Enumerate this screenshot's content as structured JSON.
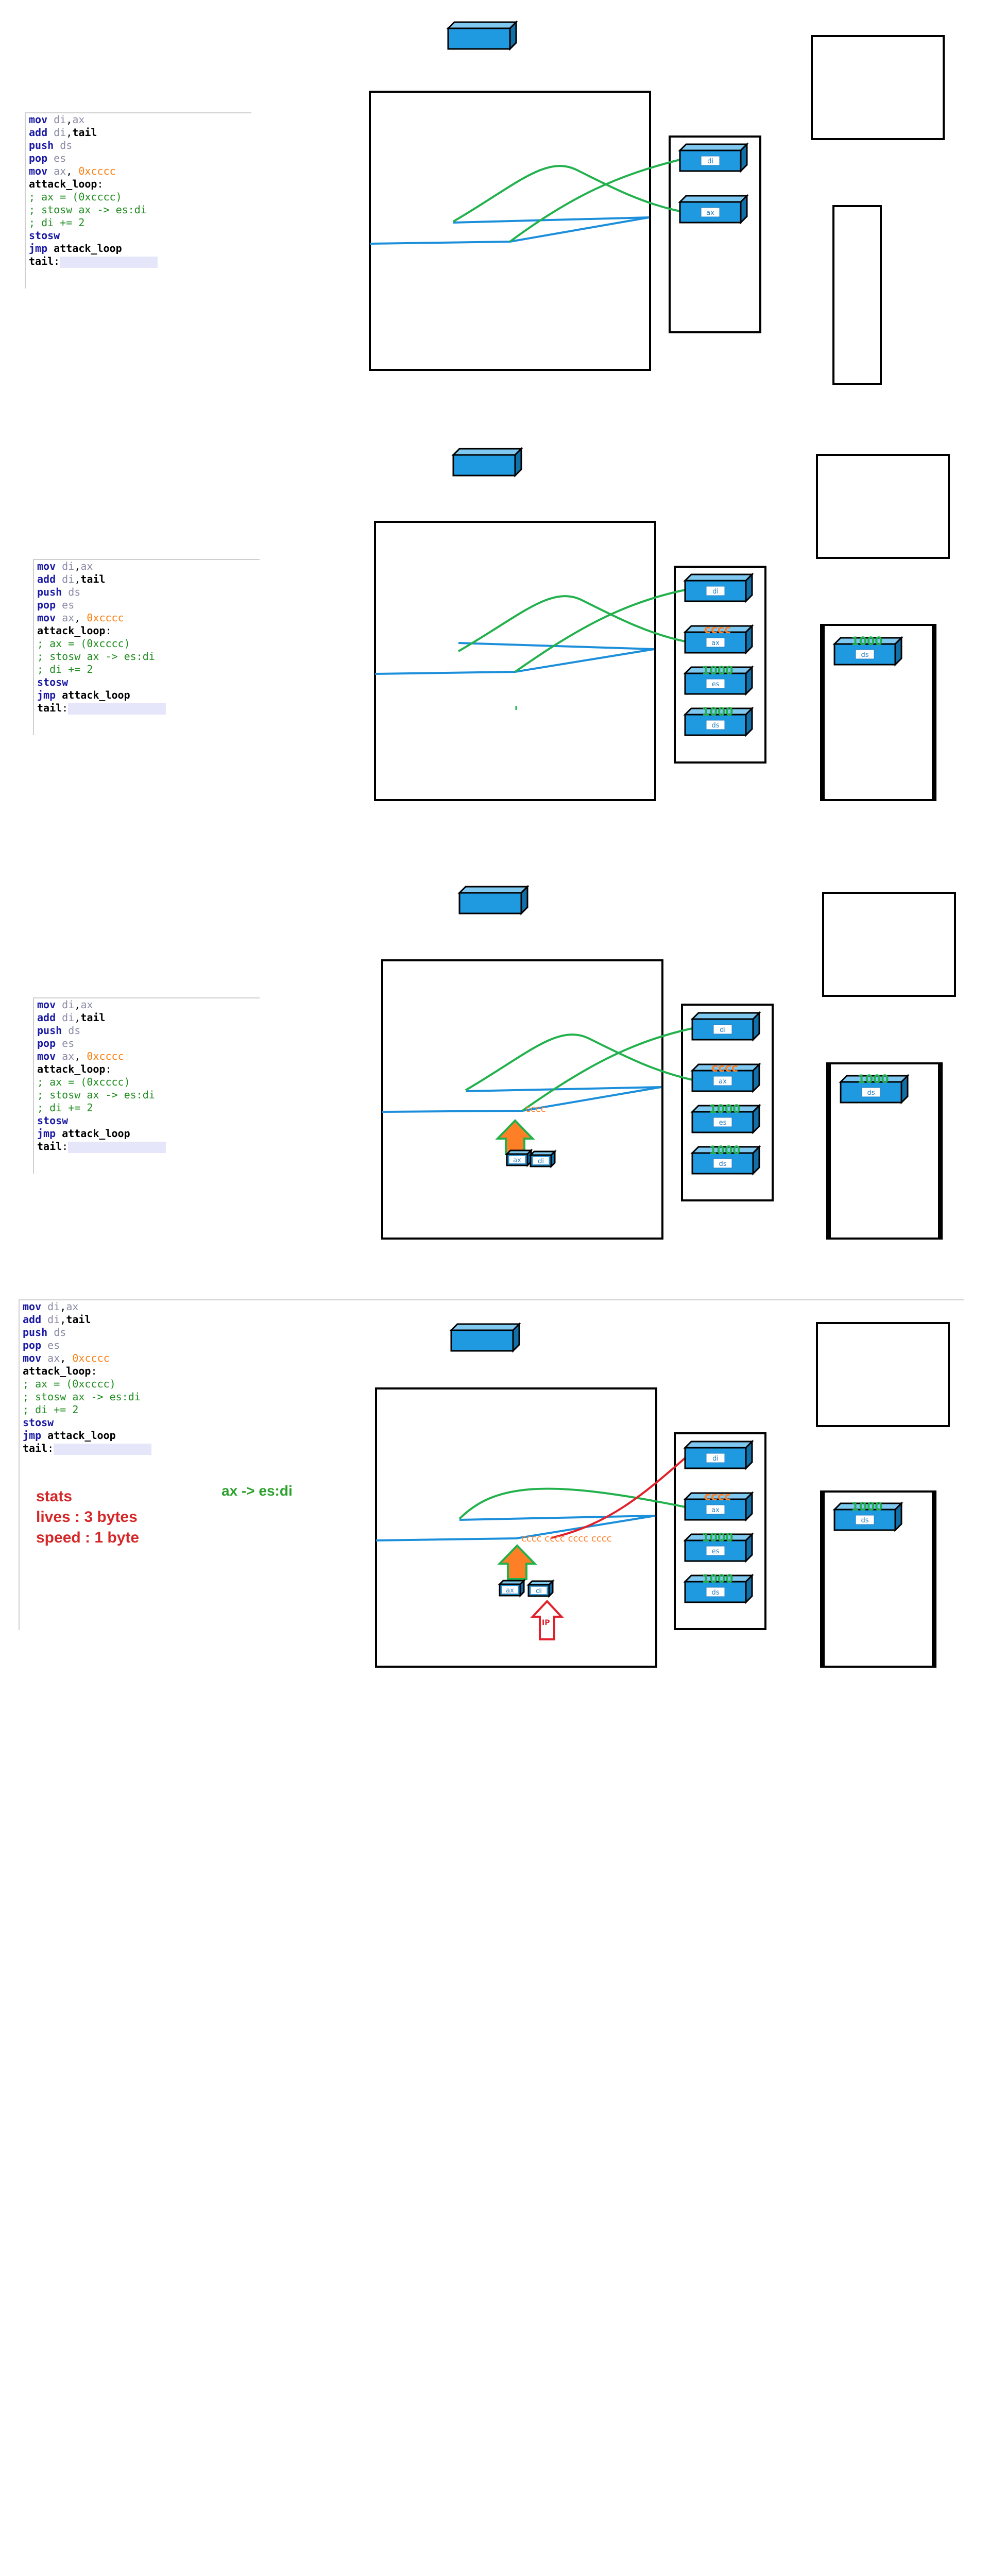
{
  "code_lines": [
    [
      [
        "kw",
        "mov "
      ],
      [
        "reg",
        "di"
      ],
      [
        "plain",
        ","
      ],
      [
        "reg",
        "ax"
      ]
    ],
    [
      [
        "kw",
        "add "
      ],
      [
        "reg",
        "di"
      ],
      [
        "plain",
        ","
      ],
      [
        "lbl",
        "tail"
      ]
    ],
    [
      [
        "kw",
        "push "
      ],
      [
        "reg",
        "ds"
      ]
    ],
    [
      [
        "kw",
        "pop "
      ],
      [
        "reg",
        "es"
      ]
    ],
    [
      [
        "kw",
        "mov "
      ],
      [
        "reg",
        "ax"
      ],
      [
        "plain",
        ", "
      ],
      [
        "hex",
        "0xcccc"
      ]
    ],
    [
      [
        "lbl",
        "attack_loop"
      ],
      [
        "plain",
        ":"
      ]
    ],
    [
      [
        "cmt",
        "; ax = (0xcccc)"
      ]
    ],
    [
      [
        "cmt",
        "; stosw ax -> es:di"
      ]
    ],
    [
      [
        "cmt",
        "; di += 2"
      ]
    ],
    [
      [
        "kw",
        "stosw"
      ]
    ],
    [
      [
        "kw",
        "jmp "
      ],
      [
        "lbl",
        "attack_loop"
      ]
    ],
    [
      [
        "lbl",
        "tail"
      ],
      [
        "plain",
        ":"
      ]
    ]
  ],
  "registers": {
    "di": "di",
    "ax": "ax",
    "es": "es",
    "ds": "ds",
    "value_1000": "1000",
    "value_cccc": "cccc"
  },
  "memory_fill": {
    "panel3": "cccc",
    "panel4": "cccc cccc cccc cccc"
  },
  "annotation": "ax -> es:di",
  "stats": {
    "title": "stats",
    "lives": "lives : 3 bytes",
    "speed": "speed : 1 byte"
  },
  "pointer_label": "IP",
  "colors": {
    "block": "#1f9ae0",
    "green": "#22b14c",
    "blue_line": "#1c8fdb",
    "orange": "#ff7f27",
    "red": "#e0202a"
  }
}
